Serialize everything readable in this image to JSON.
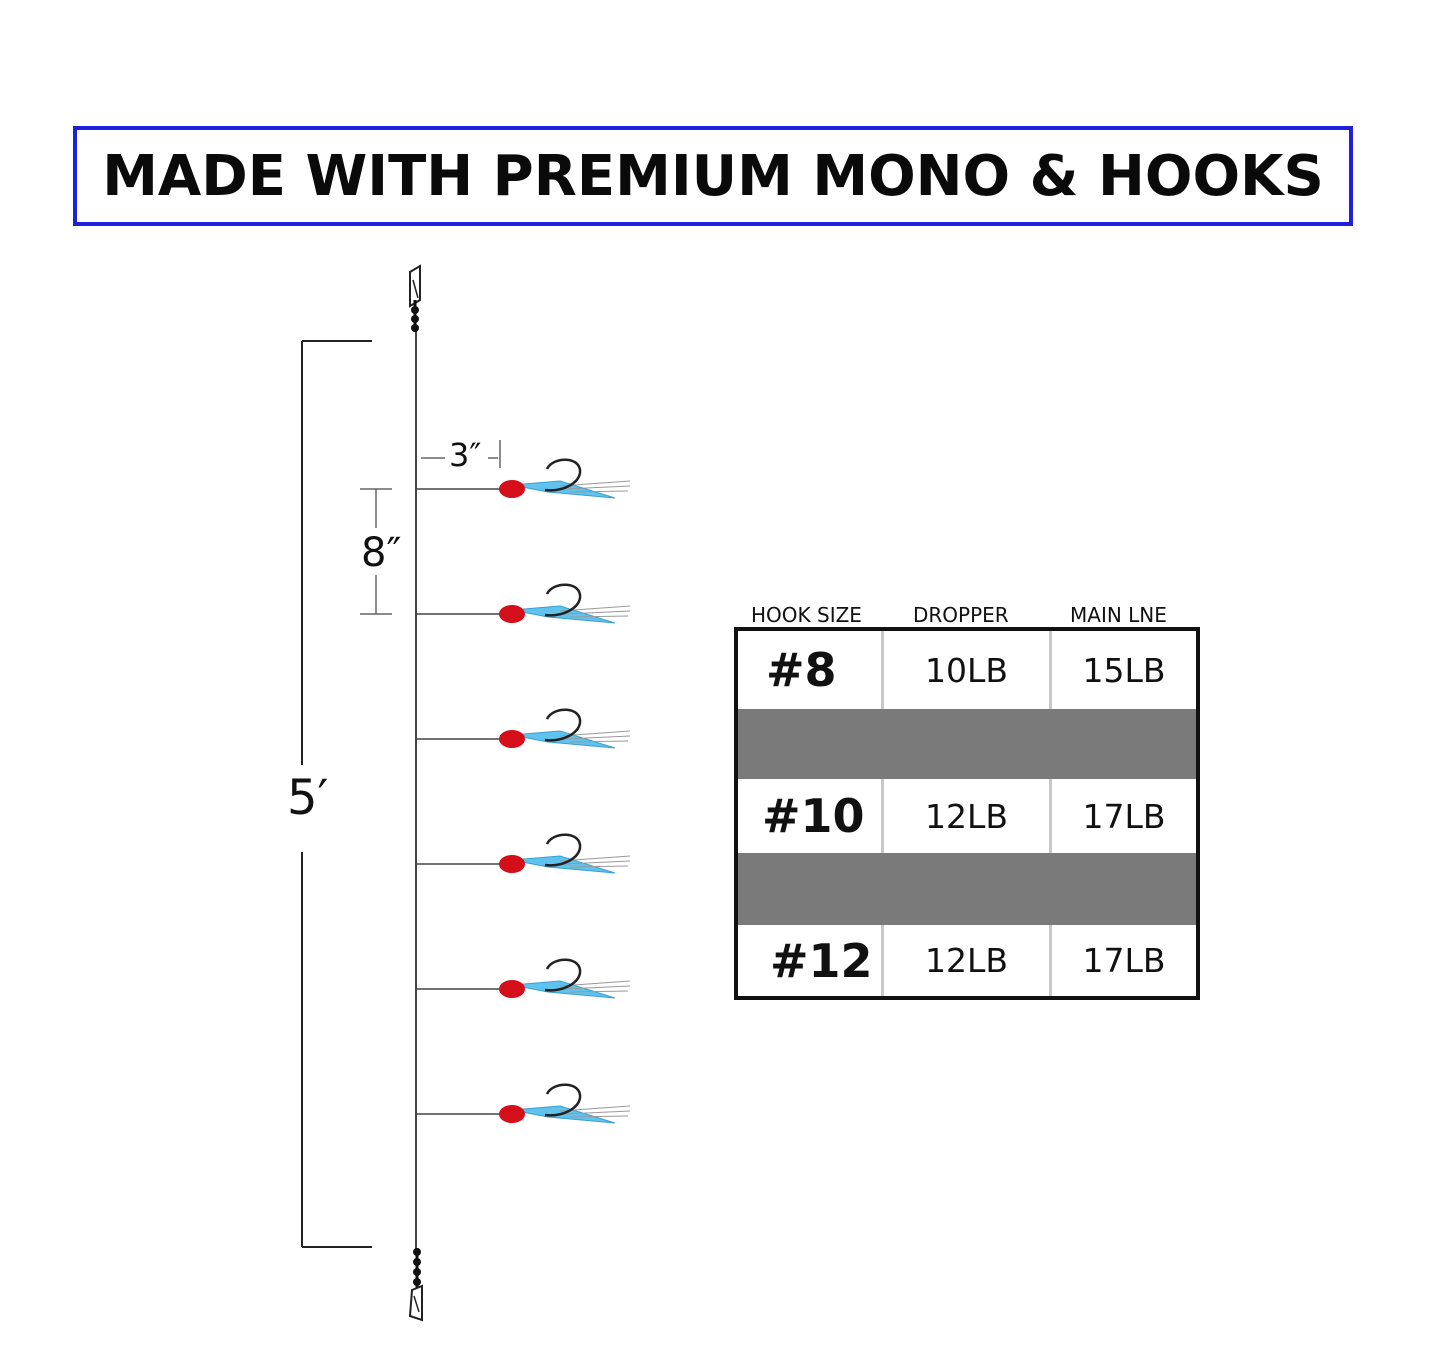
{
  "banner": {
    "text": "MADE WITH PREMIUM MONO & HOOKS"
  },
  "rig": {
    "total_length_label": "5′",
    "spacing_label": "8″",
    "dropper_length_label": "3″",
    "hook_count": 6,
    "colors": {
      "bead": "#d40f1a",
      "skirt": "#5fc3ef",
      "line": "#444444"
    }
  },
  "table": {
    "headers": [
      "HOOK SIZE",
      "DROPPER",
      "MAIN LNE"
    ],
    "rows": [
      {
        "hook_size": "#8",
        "dropper": "10LB",
        "main_line": "15LB"
      },
      {
        "hook_size": "#10",
        "dropper": "12LB",
        "main_line": "17LB"
      },
      {
        "hook_size": "#12",
        "dropper": "12LB",
        "main_line": "17LB"
      }
    ],
    "colors": {
      "band": "#7a7a7a",
      "border": "#111111"
    }
  }
}
